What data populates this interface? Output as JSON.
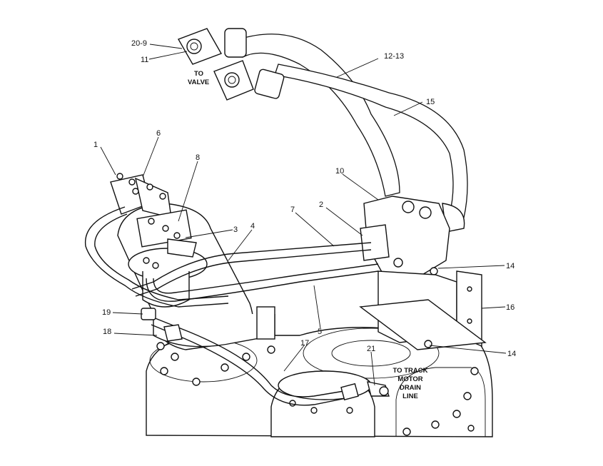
{
  "callouts": {
    "c1": "1",
    "c2": "2",
    "c3": "3",
    "c4": "4",
    "c5": "5",
    "c6": "6",
    "c7": "7",
    "c8": "8",
    "c10": "10",
    "c11": "11",
    "c12_13": "12-13",
    "c14a": "14",
    "c14b": "14",
    "c15": "15",
    "c16": "16",
    "c17": "17",
    "c18": "18",
    "c19": "19",
    "c20_9": "20-9",
    "c21": "21"
  },
  "notes": {
    "to_valve_1": "TO",
    "to_valve_2": "VALVE",
    "track_1": "TO TRACK",
    "track_2": "MOTOR",
    "track_3": "DRAIN",
    "track_4": "LINE"
  },
  "colors": {
    "ink": "#111111",
    "paper": "#ffffff",
    "hose_stipple": "#555555"
  }
}
